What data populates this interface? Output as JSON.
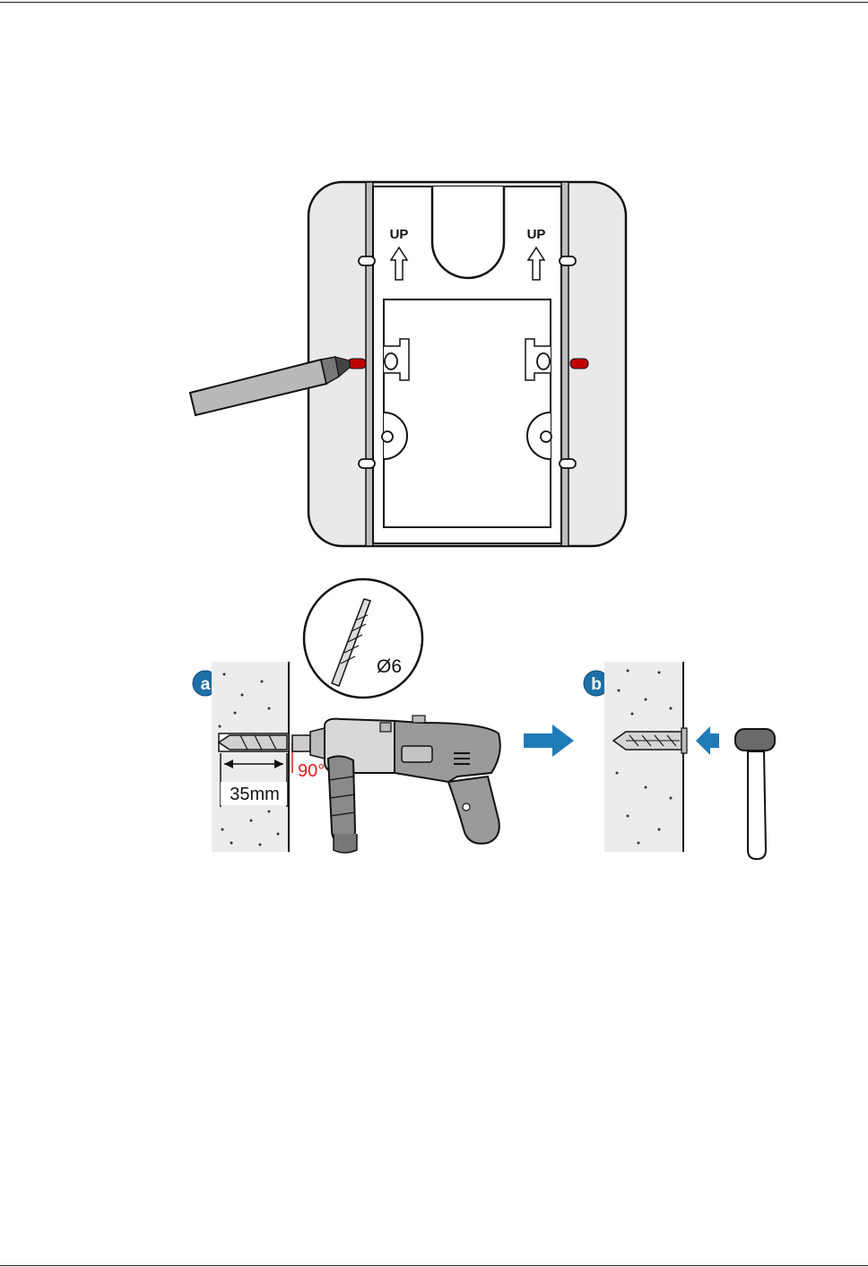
{
  "figure_top": {
    "left_up_label": "UP",
    "right_up_label": "UP"
  },
  "figure_bottom": {
    "step_a_label": "a",
    "step_b_label": "b",
    "drill_bit_diameter": "Ø6",
    "drill_depth": "35mm",
    "drill_angle": "90°"
  },
  "colors": {
    "marker_red": "#c00000",
    "step_badge_blue": "#1d6fa5",
    "arrow_blue": "#1f7bb6",
    "plate_fill": "#e9e9e9",
    "wall_fill": "#ececec",
    "angle_red": "#e02020"
  }
}
